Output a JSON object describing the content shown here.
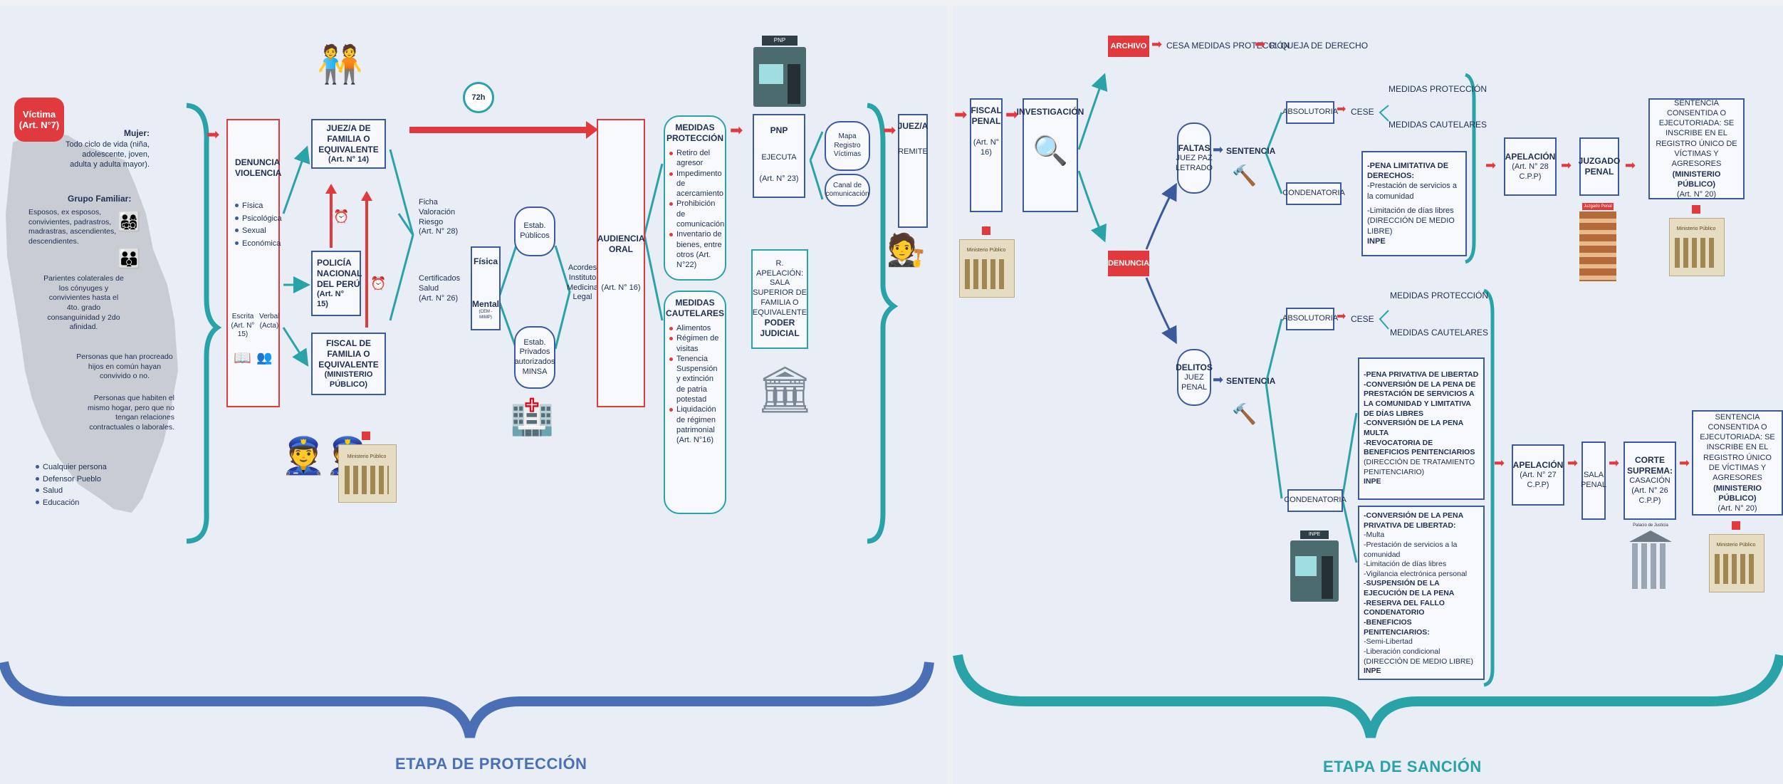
{
  "colors": {
    "red": "#e03a3e",
    "teal": "#2aa3a8",
    "blue": "#3a5a9b",
    "brace_left": "#4a6fb5",
    "brace_right": "#2aa3a8"
  },
  "victima": {
    "title": "Víctima",
    "art": "(Art. N°7)"
  },
  "mujer": {
    "title": "Mujer:",
    "desc": "Todo ciclo de vida (niña, adolescente, joven, adulta y adulta mayor)."
  },
  "grupo": {
    "title": "Grupo Familiar:",
    "items": [
      "Esposos, ex esposos, convivientes, padrastros, madrastras, ascendientes, descendientes.",
      "Parientes colaterales de los cónyuges y convivientes hasta el 4to. grado consanguinidad y 2do afinidad.",
      "Personas que han procreado hijos en común hayan convivido o no.",
      "Personas que habiten el mismo hogar, pero que no tengan relaciones contractuales o laborales."
    ]
  },
  "denunciantes": [
    "Cualquier persona",
    "Defensor Pueblo",
    "Salud",
    "Educación"
  ],
  "denuncia": {
    "title": "DENUNCIA VIOLENCIA",
    "types": [
      "Física",
      "Psicológica",
      "Sexual",
      "Económica"
    ],
    "escrita": "Escrita",
    "escrita_art": "(Art. N° 15)",
    "verbal": "Verbal",
    "verbal_art": "(Acta)"
  },
  "juez_familia": {
    "title": "JUEZ/A DE FAMILIA O EQUIVALENTE",
    "art": "(Art. N° 14)"
  },
  "policia": {
    "title": "POLICÍA NACIONAL DEL PERÚ",
    "art": "(Art. N° 15)"
  },
  "fiscal_familia": {
    "title": "FISCAL DE FAMILIA O EQUIVALENTE",
    "sub": "(MINISTERIO PÚBLICO)"
  },
  "ficha": {
    "label": "Ficha Valoración Riesgo",
    "art": "(Art. N° 28)"
  },
  "certificados": {
    "label": "Certificados Salud",
    "art": "(Art. N° 26)"
  },
  "timer": "72h",
  "fisica": "Física",
  "mental": {
    "title": "Mental",
    "sub": "(CEM - MIMP)"
  },
  "estab_publicos": "Estab. Públicos",
  "estab_privados": "Estab. Privados autorizados MINSA",
  "acordes": "Acordes Instituto Medicina Legal",
  "audiencia": {
    "title": "AUDIENCIA ORAL",
    "art": "(Art. N° 16)"
  },
  "medidas_proteccion": {
    "title": "MEDIDAS PROTECCIÓN",
    "items": [
      "Retiro del agresor",
      "Impedimento de acercamiento",
      "Prohibición de comunicación",
      "Inventario de bienes, entre otros (Art. N°22)"
    ]
  },
  "medidas_cautelares": {
    "title": "MEDIDAS CAUTELARES",
    "items": [
      "Alimentos",
      "Régimen de visitas",
      "Tenencia Suspensión y extinción de patria potestad",
      "Liquidación de régimen patrimonial (Art. N°16)"
    ]
  },
  "pnp": {
    "title": "PNP",
    "sub": "EJECUTA",
    "art": "(Art. N° 23)",
    "sign": "PNP"
  },
  "mapa": "Mapa Registro Víctimas",
  "canal": "Canal de comunicación",
  "apelacion_sala": {
    "label": "R. APELACIÓN: SALA SUPERIOR DE FAMILIA O EQUIVALENTE",
    "bold": "PODER JUDICIAL"
  },
  "juez_remite": {
    "title": "JUEZ/A",
    "sub": "REMITE"
  },
  "fiscal_penal": {
    "title": "FISCAL PENAL",
    "art": "(Art. N° 16)"
  },
  "investigacion": "INVESTIGACIÓN",
  "archivo": {
    "tag": "ARCHIVO",
    "cesa": "CESA MEDIDAS PROTECCIÓN",
    "queja": "R. QUEJA DE DERECHO"
  },
  "denuncia_tag": "DENUNCIA",
  "faltas": {
    "title": "FALTAS",
    "sub": "JUEZ PAZ LETRADO"
  },
  "delitos": {
    "title": "DELITOS",
    "sub": "JUEZ PENAL"
  },
  "sentencia": "SENTENCIA",
  "absolutoria": "ABSOLUTORIA",
  "condenatoria": "CONDENATORIA",
  "cese": "CESE",
  "medidas_proteccion_lbl": "MEDIDAS PROTECCIÓN",
  "medidas_cautelares_lbl": "MEDIDAS CAUTELARES",
  "pena_limitativa": {
    "title": "-PENA LIMITATIVA DE DERECHOS:",
    "items": [
      "-Prestación de servicios a la comunidad",
      "-Limitación de días libres (DIRECCIÓN DE MEDIO LIBRE)"
    ],
    "inpe": "INPE"
  },
  "apelacion_28": {
    "title": "APELACIÓN",
    "art": "(Art. N° 28 C.P.P)"
  },
  "juzgado_penal": {
    "title": "JUZGADO PENAL",
    "sign": "Juzgado Penal"
  },
  "sentencia_consentida": {
    "text": "SENTENCIA CONSENTIDA O EJECUTORIADA: SE INSCRIBE EN EL REGISTRO ÚNICO DE VÍCTIMAS Y AGRESORES",
    "bold": "(MINISTERIO PÚBLICO)",
    "art": "(Art. N° 20)"
  },
  "pena_privativa": {
    "lines": [
      "-PENA PRIVATIVA DE LIBERTAD",
      "-CONVERSIÓN DE LA PENA DE PRESTACIÓN DE SERVICIOS A LA COMUNIDAD Y LIMITATIVA DE DÍAS LIBRES",
      "-CONVERSIÓN DE LA PENA MULTA",
      "-REVOCATORIA DE BENEFICIOS PENITENCIARIOS"
    ],
    "dir": "(DIRECCIÓN DE TRATAMIENTO PENITENCIARIO)",
    "inpe": "INPE"
  },
  "conversion": {
    "title": "-CONVERSIÓN DE LA PENA PRIVATIVA DE LIBERTAD:",
    "items": [
      "-Multa",
      "-Prestación de servicios a la comunidad",
      "-Limitación de días libres",
      "-Vigilancia electrónica personal"
    ],
    "suspension": "-SUSPENSIÓN DE LA EJECUCIÓN DE LA PENA",
    "reserva": "-RESERVA DEL FALLO CONDENATORIO",
    "beneficios": "-BENEFICIOS PENITENCIARIOS:",
    "ben_items": [
      "-Semi-Libertad",
      "-Liberación condicional"
    ],
    "dir": "(DIRECCIÓN DE MEDIO LIBRE)",
    "inpe": "INPE"
  },
  "apelacion_27": {
    "title": "APELACIÓN",
    "art": "(Art. N° 27 C.P.P)"
  },
  "sala_penal": "SALA PENAL",
  "corte_suprema": {
    "title": "CORTE SUPREMA:",
    "sub": "CASACIÓN",
    "art": "(Art. N° 26 C.P.P)"
  },
  "ministerio_sign": "Ministerio Público",
  "inpe_sign": "INPE",
  "palacio_sign": "Palacio de Justicia",
  "stage_proteccion": "ETAPA DE PROTECCIÓN",
  "stage_sancion": "ETAPA DE SANCIÓN"
}
